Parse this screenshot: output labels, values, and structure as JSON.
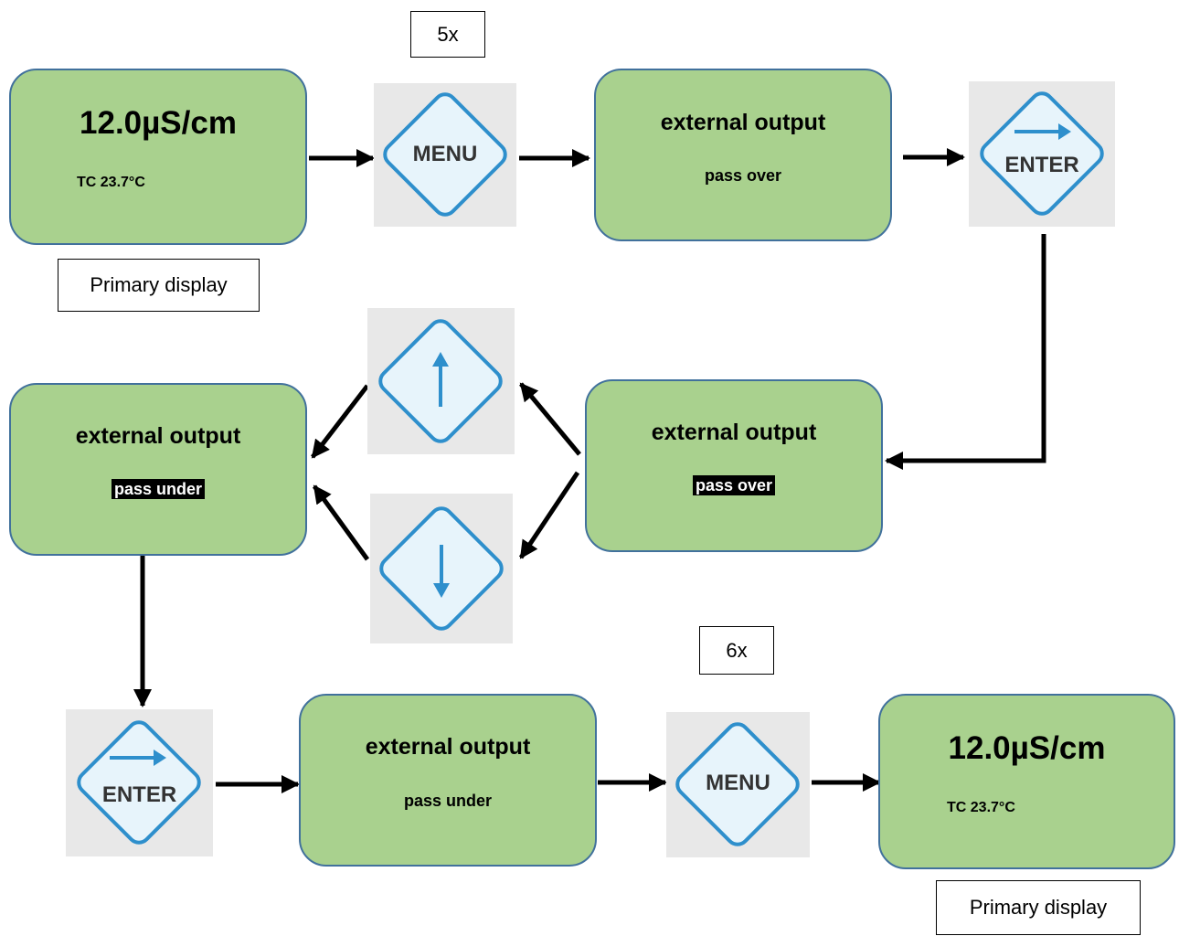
{
  "repeat_top": "5x",
  "repeat_bottom": "6x",
  "primary_display": {
    "value": "12.0µS/cm",
    "temp": "TC  23.7°C",
    "caption": "Primary display"
  },
  "external_output": {
    "title": "external output",
    "pass_over": "pass over",
    "pass_under": "pass under"
  },
  "buttons": {
    "menu": "MENU",
    "enter": "ENTER"
  },
  "colors": {
    "box_fill": "#a9d18e",
    "box_border": "#41719c",
    "button_fill": "#e7f4fb",
    "button_border": "#2e8fcc",
    "arrow_blue": "#2e8fcc"
  }
}
